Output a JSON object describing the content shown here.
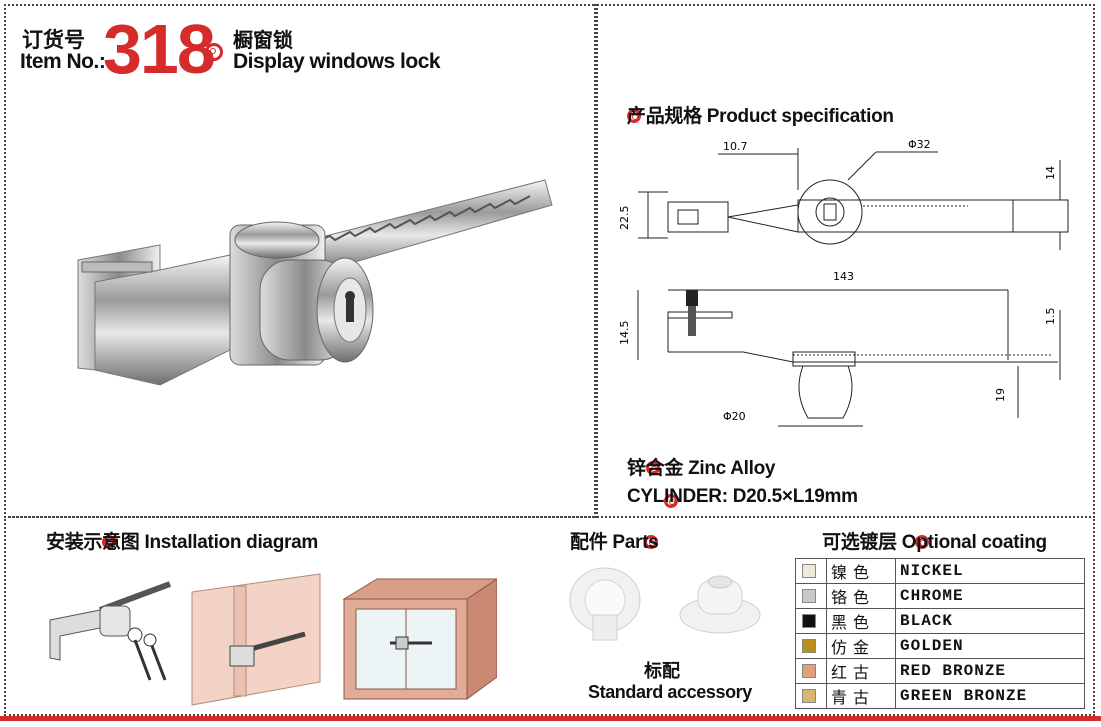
{
  "header": {
    "order_no_cn": "订货号",
    "item_no_en": "Item No.:",
    "item_number": "318",
    "product_cn": "橱窗锁",
    "product_en": "Display windows lock"
  },
  "spec": {
    "title": "产品规格 Product specification",
    "dims": {
      "d1": "10.7",
      "d2": "Φ32",
      "d3": "14",
      "d4": "22.5",
      "d5": "143",
      "d6": "1.5",
      "d7": "14.5",
      "d8": "19",
      "d9": "Φ20"
    },
    "material": "锌合金 Zinc Alloy",
    "cylinder": "CYLINDER: D20.5×L19mm"
  },
  "installation": {
    "title": "安装示意图 Installation diagram"
  },
  "parts": {
    "title": "配件 Parts",
    "caption_cn": "标配",
    "caption_en": "Standard accessory"
  },
  "coating": {
    "title": "可选镀层 Optional coating",
    "rows": [
      {
        "cn": "镍色",
        "en": "NICKEL",
        "color": "#efe9dc"
      },
      {
        "cn": "铬色",
        "en": "CHROME",
        "color": "#c9c9c9"
      },
      {
        "cn": "黑色",
        "en": "BLACK",
        "color": "#111111"
      },
      {
        "cn": "仿金",
        "en": "GOLDEN",
        "color": "#b8901b"
      },
      {
        "cn": "红古",
        "en": "RED BRONZE",
        "color": "#e0a07a"
      },
      {
        "cn": "青古",
        "en": "GREEN BRONZE",
        "color": "#d8b66e"
      }
    ]
  },
  "colors": {
    "accent": "#d52b2b"
  }
}
